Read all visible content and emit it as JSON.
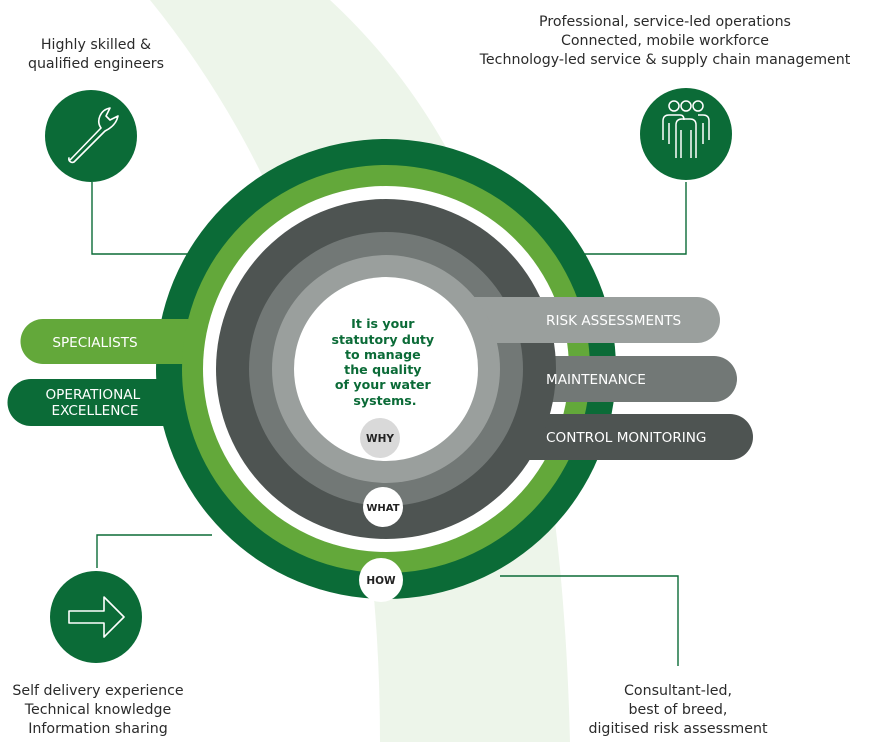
{
  "colors": {
    "dark_green": "#0b6b37",
    "light_green": "#63a83a",
    "dark_gray": "#4e5452",
    "mid_gray": "#727876",
    "light_gray": "#9a9f9d",
    "white": "#ffffff",
    "background_swoosh": "#edf5ea",
    "connector_line": "#0b6b37"
  },
  "center_text": [
    "It is your",
    "statutory duty",
    "to manage",
    "the quality",
    "of your water",
    "systems."
  ],
  "rings": {
    "why": "WHY",
    "what": "WHAT",
    "how": "HOW"
  },
  "left_labels": {
    "specialists": "SPECIALISTS",
    "operational": [
      "OPERATIONAL",
      "EXCELLENCE"
    ]
  },
  "right_labels": {
    "risk": "RISK ASSESSMENTS",
    "maintenance": "MAINTENANCE",
    "control": "CONTROL MONITORING"
  },
  "callouts": {
    "engineers": {
      "icon": "wrench-icon",
      "lines": [
        "Highly skilled &",
        "qualified engineers"
      ]
    },
    "workforce": {
      "icon": "people-icon",
      "lines": [
        "Professional, service-led operations",
        "Connected, mobile workforce",
        "Technology-led service & supply chain management"
      ]
    },
    "delivery": {
      "icon": "arrow-right-icon",
      "lines": [
        "Self delivery experience",
        "Technical knowledge",
        "Information sharing"
      ]
    },
    "consultant": {
      "lines": [
        "Consultant-led,",
        "best of breed,",
        "digitised risk assessment"
      ]
    }
  }
}
